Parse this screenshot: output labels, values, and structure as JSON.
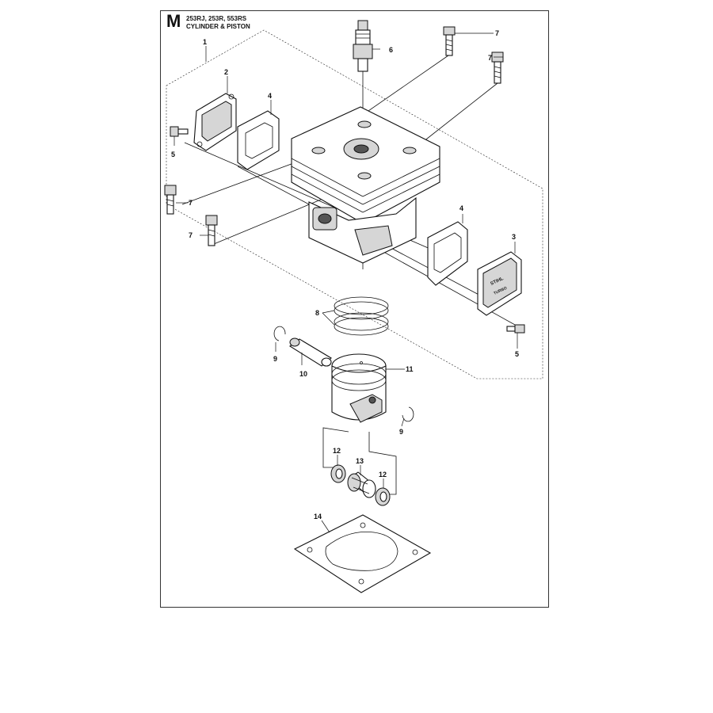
{
  "header": {
    "section_letter": "M",
    "models": "253RJ, 253R, 553RS",
    "section_title": "CYLINDER & PISTON"
  },
  "callouts": {
    "c1": "1",
    "c2": "2",
    "c3": "3",
    "c4a": "4",
    "c4b": "4",
    "c5a": "5",
    "c5b": "5",
    "c6": "6",
    "c7a": "7",
    "c7b": "7",
    "c7c": "7",
    "c7d": "7",
    "c8": "8",
    "c9a": "9",
    "c9b": "9",
    "c10": "10",
    "c11": "11",
    "c12a": "12",
    "c12b": "12",
    "c13": "13",
    "c14": "14"
  },
  "cover_marking": {
    "line1": "STIHL",
    "line2": "TURBO"
  }
}
